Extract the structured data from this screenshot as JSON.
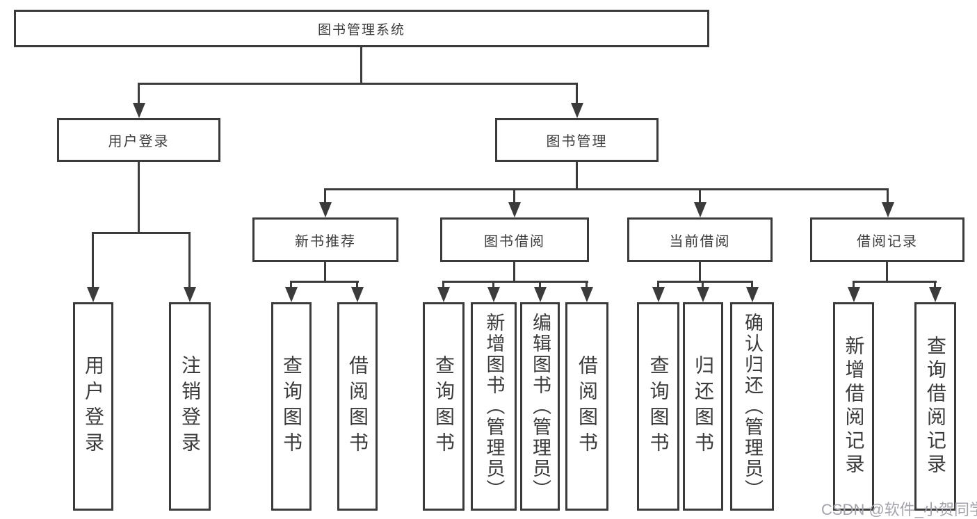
{
  "diagram": {
    "title": "图书管理系统",
    "root": {
      "label": "图书管理系统"
    },
    "level2": [
      {
        "id": "user-login",
        "label": "用户登录"
      },
      {
        "id": "book-management",
        "label": "图书管理"
      }
    ],
    "level3": [
      {
        "id": "new-book-recommend",
        "label": "新书推荐",
        "parent": "图书管理"
      },
      {
        "id": "book-borrow",
        "label": "图书借阅",
        "parent": "图书管理"
      },
      {
        "id": "current-borrow",
        "label": "当前借阅",
        "parent": "图书管理"
      },
      {
        "id": "borrow-records",
        "label": "借阅记录",
        "parent": "图书管理"
      }
    ],
    "leaves": [
      {
        "label": "用户登录",
        "parent": "用户登录"
      },
      {
        "label": "注销登录",
        "parent": "用户登录"
      },
      {
        "label": "查询图书",
        "parent": "新书推荐"
      },
      {
        "label": "借阅图书",
        "parent": "新书推荐"
      },
      {
        "label": "查询图书",
        "parent": "图书借阅"
      },
      {
        "label": "新增图书（管理员）",
        "parent": "图书借阅"
      },
      {
        "label": "编辑图书（管理员）",
        "parent": "图书借阅"
      },
      {
        "label": "借阅图书",
        "parent": "图书借阅"
      },
      {
        "label": "查询图书",
        "parent": "当前借阅"
      },
      {
        "label": "归还图书",
        "parent": "当前借阅"
      },
      {
        "label": "确认归还（管理员）",
        "parent": "当前借阅"
      },
      {
        "label": "新增借阅记录",
        "parent": "借阅记录"
      },
      {
        "label": "查询借阅记录",
        "parent": "借阅记录"
      }
    ]
  },
  "watermark": "CSDN @软件_小贺同学",
  "colors": {
    "line": "#3b3b3b",
    "text": "#3b3b3b",
    "background": "#ffffff",
    "watermark": "#a3a3ab"
  }
}
